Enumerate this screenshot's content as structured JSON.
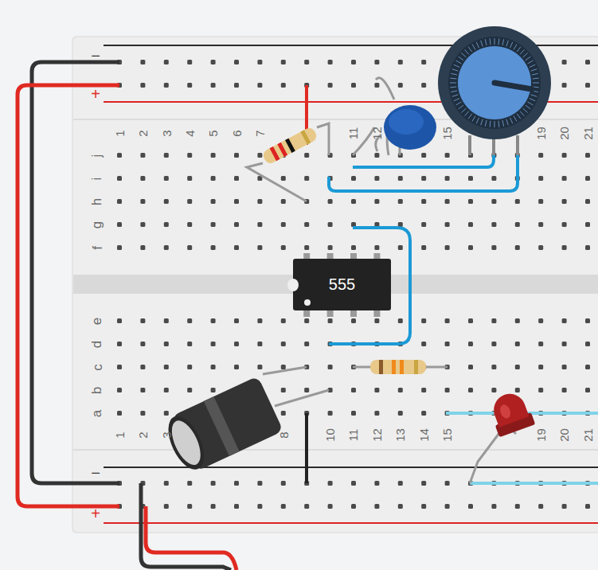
{
  "diagram": {
    "nodes": [
      {
        "text": [
          "555"
        ]
      }
    ],
    "labels": [
      "−",
      "+",
      "1",
      "2",
      "3",
      "4",
      "5",
      "6",
      "7",
      "11",
      "12",
      "15",
      "19",
      "20",
      "21",
      "j",
      "i",
      "h",
      "g",
      "f",
      "e",
      "d",
      "c",
      "b",
      "a",
      "1",
      "2",
      "3",
      "8",
      "10",
      "11",
      "12",
      "13",
      "14",
      "15",
      "19",
      "20",
      "21",
      "−",
      "+"
    ]
  }
}
